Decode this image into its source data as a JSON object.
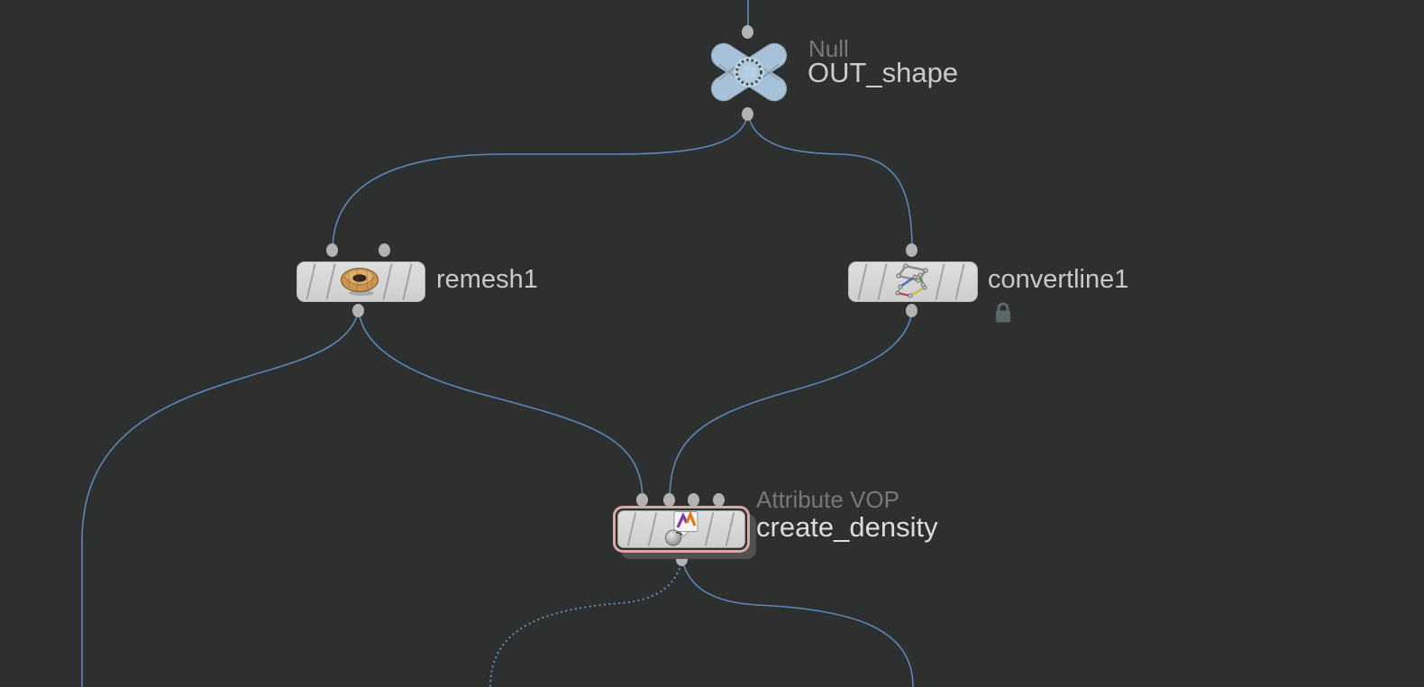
{
  "app": "houdini-network-editor",
  "colors": {
    "background": "#2e2f2f",
    "wire": "#5d86b9",
    "port": "#b3b3b3",
    "node_body": "#d6d6d6",
    "selection_ring": "#d9a7a7",
    "type_label": "#787878",
    "name_label": "#cbcbcb",
    "lock_badge": "#5c6867",
    "null_icon_blue": "#a6c1d8"
  },
  "nodes": {
    "out_shape": {
      "type_label": "Null",
      "name": "OUT_shape",
      "icon": "null-cross-icon",
      "inputs": 1,
      "outputs": 1
    },
    "remesh": {
      "name": "remesh1",
      "icon": "torus-donut-icon",
      "inputs": 2,
      "outputs": 1
    },
    "convertline": {
      "name": "convertline1",
      "icon": "wireframe-quads-icon",
      "badge": "lock-icon",
      "inputs": 1,
      "outputs": 1
    },
    "create_density": {
      "type_label": "Attribute VOP",
      "name": "create_density",
      "icon": "vop-network-icon",
      "inputs": 4,
      "outputs": 1,
      "selected": true
    }
  }
}
